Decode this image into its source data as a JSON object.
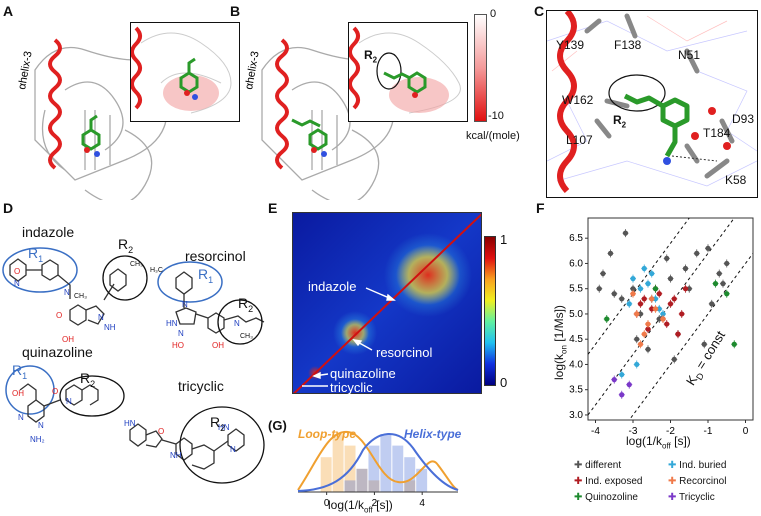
{
  "panels": {
    "A": "A",
    "B": "B",
    "C": "C",
    "D": "D",
    "E": "E",
    "F": "F",
    "G": "(G)"
  },
  "panelA": {
    "helix_label": "αhelix-3"
  },
  "panelB": {
    "helix_label": "αhelix-3",
    "r2": "R",
    "r2_sub": "2"
  },
  "colorbar_B": {
    "top": "0",
    "bottom": "-10",
    "unit": "kcal/(mole)"
  },
  "panelC": {
    "residues": [
      "Y139",
      "F138",
      "N51",
      "W162",
      "D93",
      "T184",
      "L107",
      "K58"
    ],
    "r2": "R",
    "r2_sub": "2"
  },
  "panelD": {
    "indazole": "indazole",
    "resorcinol": "resorcinol",
    "quinazoline": "quinazoline",
    "tricyclic": "tricyclic",
    "r": "R",
    "sub1": "1",
    "sub2": "2",
    "atoms": [
      "N",
      "CH₃",
      "OH",
      "N",
      "NH",
      "CH₃",
      "O",
      "H₃C",
      "N",
      "HN",
      "N",
      "HO",
      "OH",
      "N",
      "CH₃",
      "OH",
      "N",
      "N",
      "NH₂",
      "O",
      "N",
      "HN",
      "O",
      "NH",
      "N",
      "HN"
    ]
  },
  "panelE": {
    "labels": [
      "indazole",
      "resorcinol",
      "quinazoline",
      "tricyclic"
    ],
    "colorbar_top": "1",
    "colorbar_bottom": "0"
  },
  "chart_data": [
    {
      "type": "scatter",
      "xlabel": "log(1/k_off [s])",
      "ylabel": "log(k_on [1/Ms])",
      "xlim": [
        -4.2,
        0.2
      ],
      "ylim": [
        2.9,
        6.9
      ],
      "xticks": [
        "-4",
        "-3",
        "-2",
        "-1",
        "0"
      ],
      "yticks": [
        "3.0",
        "3.5",
        "4.0",
        "4.5",
        "5.0",
        "5.5",
        "6.0",
        "6.5"
      ],
      "annotation": "K_D = const",
      "legend": [
        "different",
        "Ind. exposed",
        "Quinozoline",
        "Ind. buried",
        "Recorcinol",
        "Tricyclic"
      ],
      "colors": {
        "different": "#555555",
        "Ind. exposed": "#b01c22",
        "Quinozoline": "#1d8a2e",
        "Ind. buried": "#33a8d8",
        "Recorcinol": "#f07a4a",
        "Tricyclic": "#7a38c8"
      },
      "series": [
        {
          "name": "different",
          "x": [
            -3.8,
            -3.5,
            -3.6,
            -3.2,
            -3.0,
            -2.8,
            -2.5,
            -2.3,
            -2.0,
            -1.8,
            -1.5,
            -1.3,
            -1.0,
            -0.9,
            -0.7,
            -0.5,
            -3.9,
            -2.9,
            -2.6,
            -1.9,
            -1.1,
            -0.6,
            -3.3,
            -2.1,
            -1.6
          ],
          "y": [
            5.8,
            5.4,
            6.2,
            6.6,
            5.5,
            5.0,
            5.3,
            4.9,
            5.7,
            4.6,
            5.5,
            6.2,
            6.3,
            5.2,
            5.8,
            6.0,
            5.5,
            4.5,
            4.3,
            4.1,
            4.4,
            5.6,
            5.3,
            6.1,
            5.9
          ]
        },
        {
          "name": "Ind. exposed",
          "x": [
            -2.9,
            -2.7,
            -2.5,
            -2.3,
            -2.2,
            -2.0,
            -1.9,
            -1.7,
            -1.6,
            -2.6,
            -2.4,
            -2.1,
            -1.8,
            -2.8
          ],
          "y": [
            5.0,
            5.3,
            5.1,
            5.4,
            4.9,
            5.2,
            5.3,
            5.0,
            5.5,
            4.7,
            5.5,
            4.8,
            4.6,
            5.2
          ]
        },
        {
          "name": "Quinozoline",
          "x": [
            -3.7,
            -0.5,
            -0.8,
            -0.3,
            -2.4
          ],
          "y": [
            4.9,
            5.4,
            5.6,
            4.4,
            5.5
          ]
        },
        {
          "name": "Ind. buried",
          "x": [
            -3.0,
            -2.8,
            -2.7,
            -2.5,
            -2.4,
            -2.6,
            -3.1,
            -2.2,
            -2.9,
            -3.3,
            -2.3
          ],
          "y": [
            5.7,
            5.5,
            5.9,
            5.8,
            5.3,
            5.6,
            5.2,
            5.0,
            4.0,
            3.8,
            5.1
          ]
        },
        {
          "name": "Recorcinol",
          "x": [
            -2.9,
            -2.6,
            -2.4,
            -2.7,
            -2.2,
            -2.5,
            -3.0,
            -2.8
          ],
          "y": [
            5.0,
            4.8,
            5.1,
            4.6,
            4.9,
            5.3,
            5.4,
            4.4
          ]
        },
        {
          "name": "Tricyclic",
          "x": [
            -3.5,
            -3.3,
            -3.1
          ],
          "y": [
            3.7,
            3.4,
            3.6
          ]
        }
      ]
    },
    {
      "type": "bar",
      "xlabel": "log(1/k_off [s])",
      "xlim": [
        -1.2,
        5.5
      ],
      "xticks": [
        "0",
        "2",
        "4"
      ],
      "series": [
        {
          "name": "Loop-type",
          "color": "#f0a030",
          "x": [
            0.0,
            0.5,
            1.0,
            1.5,
            2.0,
            3.5
          ],
          "values": [
            3,
            5,
            4,
            2,
            1,
            1
          ]
        },
        {
          "name": "Helix-type",
          "color": "#4a6fd8",
          "x": [
            1.0,
            1.5,
            2.0,
            2.5,
            3.0,
            3.5,
            4.0
          ],
          "values": [
            1,
            2,
            4,
            5,
            4,
            3,
            2
          ]
        }
      ]
    }
  ]
}
